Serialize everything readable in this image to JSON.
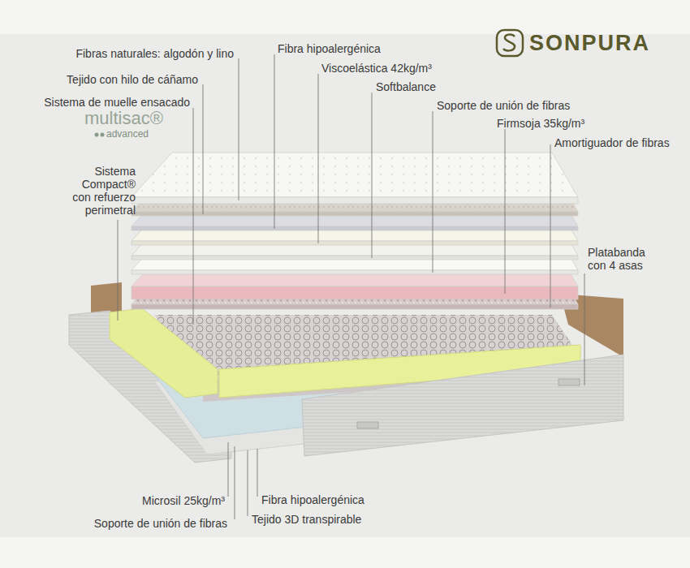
{
  "diagram": {
    "labels": [
      "Fibras naturales: algodón y lino",
      "Fibra hipoalergénica",
      "SONPURA",
      "Viscoelástica 42kg/m³",
      "Tejido con hilo de cáñamo",
      "Softbalance",
      "Sistema de muelle ensacado",
      "Soporte de unión de fibras",
      "multisac®",
      "advanced",
      "Firmsoja 35kg/m³",
      "Amortiguador de fibras",
      "Sistema Compact® con refuerzo perimetral",
      "Platabanda con 4 asas",
      "Microsil 25kg/m³",
      "Fibra hipoalergénica",
      "Soporte de unión de fibras",
      "Tejido 3D transpirable"
    ]
  }
}
